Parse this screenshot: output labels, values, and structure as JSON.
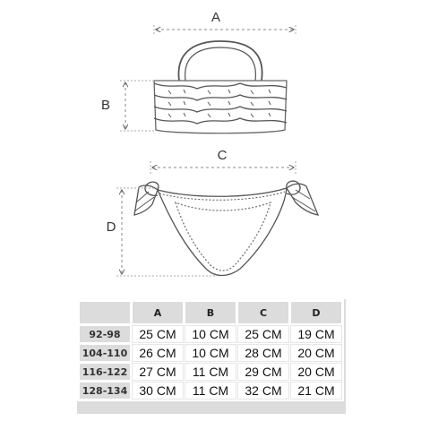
{
  "diagram": {
    "labels": {
      "a": "A",
      "b": "B",
      "c": "C",
      "d": "D"
    },
    "colors": {
      "line": "#555555",
      "dim": "#888888",
      "text": "#333333"
    }
  },
  "size_table": {
    "columns": [
      "A",
      "B",
      "C",
      "D"
    ],
    "rows": [
      {
        "size": "92-98",
        "values": [
          "25 CM",
          "10 CM",
          "25 CM",
          "19 CM"
        ]
      },
      {
        "size": "104-110",
        "values": [
          "26 CM",
          "10 CM",
          "28 CM",
          "20 CM"
        ]
      },
      {
        "size": "116-122",
        "values": [
          "27 CM",
          "11 CM",
          "29 CM",
          "20 CM"
        ]
      },
      {
        "size": "128-134",
        "values": [
          "30 CM",
          "11 CM",
          "32 CM",
          "21 CM"
        ]
      }
    ],
    "colors": {
      "header_bg": "#dcdcdc",
      "cell_bg": "#ffffff"
    }
  }
}
